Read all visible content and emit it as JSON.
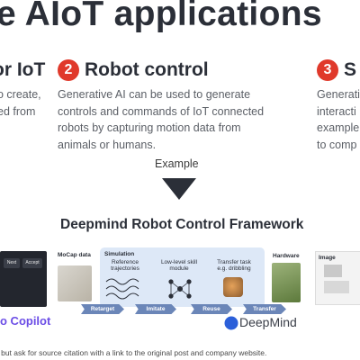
{
  "title": "e AIoT applications",
  "sections": {
    "left": {
      "heading": "or IoT",
      "lines": [
        "o create,",
        "ed from"
      ]
    },
    "center": {
      "number": "2",
      "heading": "Robot control",
      "lines": [
        "Generative AI can be used to generate",
        "controls and commands of IoT connected",
        "robots by capturing motion data from",
        "animals or humans."
      ]
    },
    "right": {
      "number": "3",
      "heading": "S",
      "lines": [
        "Generati",
        "interacti",
        "example",
        "to comp"
      ]
    }
  },
  "example_label": "Example",
  "framework": {
    "title": "Deepmind Robot Control Framework",
    "mocap_label": "MoCap data",
    "simulation_label": "Simulation",
    "reference_label": "Reference trajectories",
    "skill_label": "Low-level skill module",
    "transfer_label": "Transfer task e.g. dribbling",
    "hardware_label": "Hardware",
    "steps": [
      "Retarget",
      "Imitate",
      "Reuse",
      "Transfer"
    ],
    "brand": "DeepMind"
  },
  "left_ui": {
    "next_label": "Next",
    "accept_label": "Accept",
    "brand": "o Copilot"
  },
  "right_ui": {
    "label": "Image"
  },
  "footer": "g but ask for source citation with a link to the original post and company website.",
  "colors": {
    "accent_red": "#e0392b",
    "sim_bg": "#dde8f7",
    "pill": "#6b86b8",
    "copilot": "#6b4de6"
  }
}
